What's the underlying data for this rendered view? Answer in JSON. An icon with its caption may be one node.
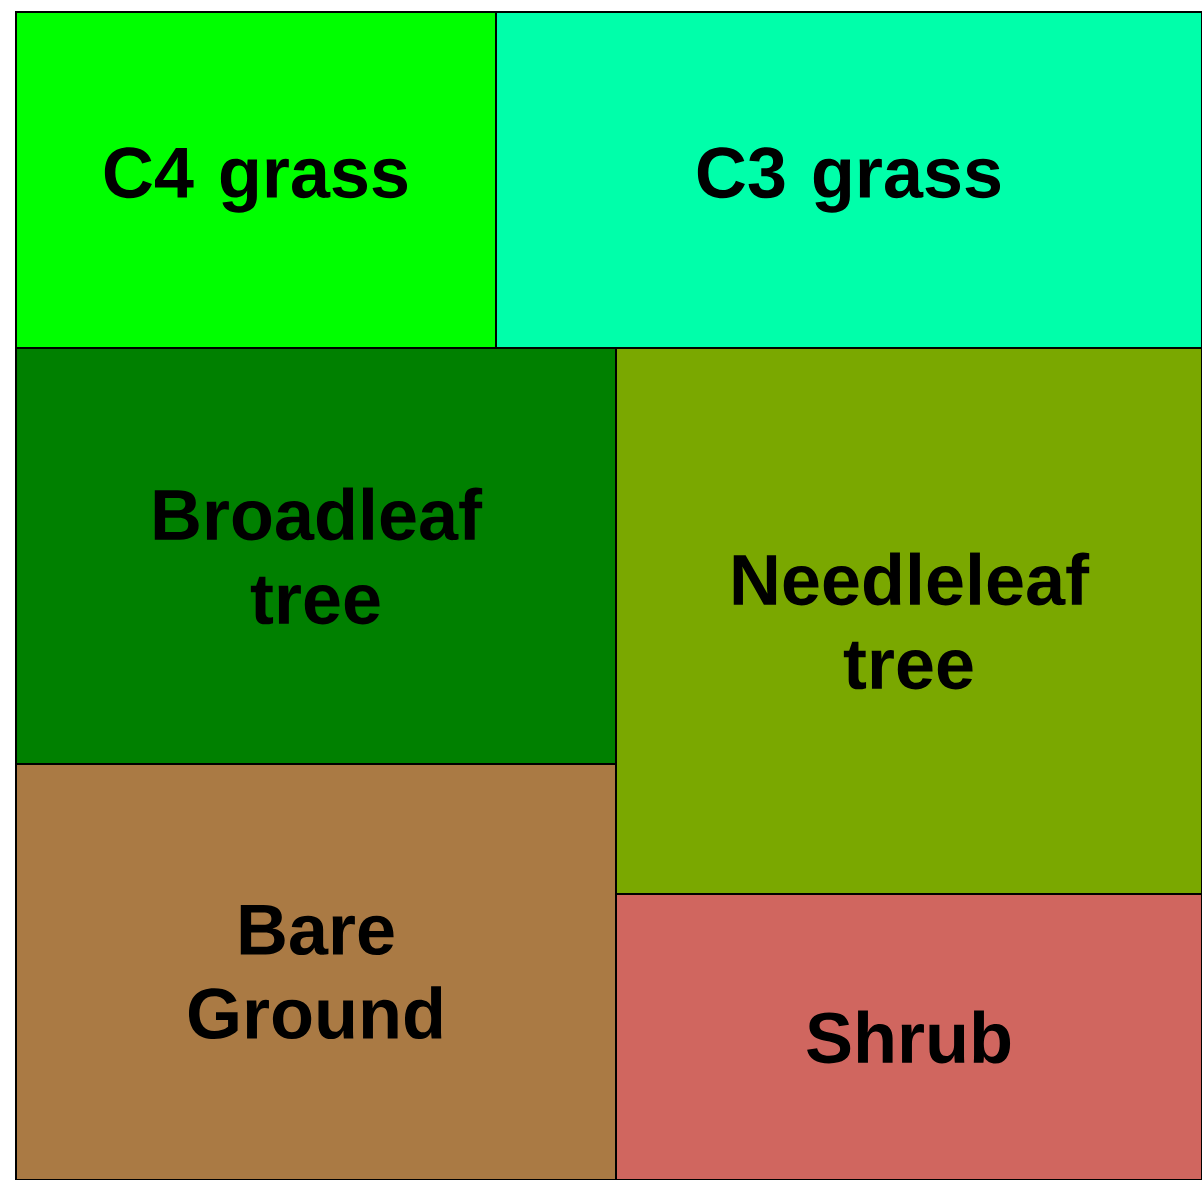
{
  "diagram": {
    "nodes": [
      {
        "text": [
          "C4 grass"
        ]
      },
      {
        "text": [
          "C3 grass"
        ]
      },
      {
        "text": [
          "Broadleaf tree"
        ]
      },
      {
        "text": [
          "Needleleaf tree"
        ]
      },
      {
        "text": [
          "Bare Ground"
        ]
      },
      {
        "text": [
          "Shrub"
        ]
      }
    ]
  }
}
